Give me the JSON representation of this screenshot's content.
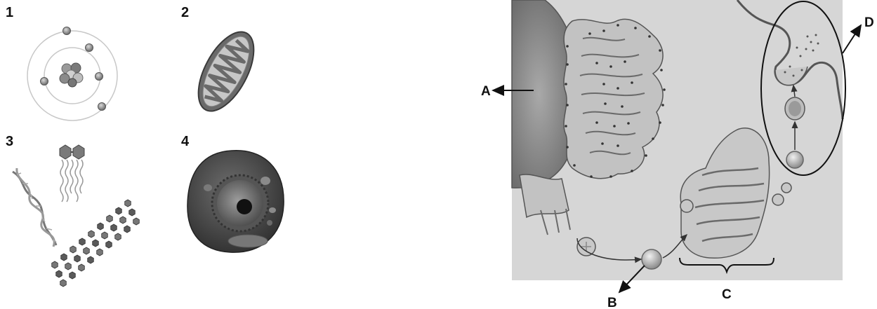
{
  "panels": [
    {
      "number": "1",
      "depicts": "atom"
    },
    {
      "number": "2",
      "depicts": "mitochondrion"
    },
    {
      "number": "3",
      "depicts": "molecules"
    },
    {
      "number": "4",
      "depicts": "cell"
    }
  ],
  "secretion_diagram": {
    "labels": {
      "a": "A",
      "b": "B",
      "c": "C",
      "d": "D"
    }
  },
  "colors": {
    "ink": "#111111",
    "panel_bg": "#d6d6d6",
    "organelle": "#9a9a9a"
  }
}
